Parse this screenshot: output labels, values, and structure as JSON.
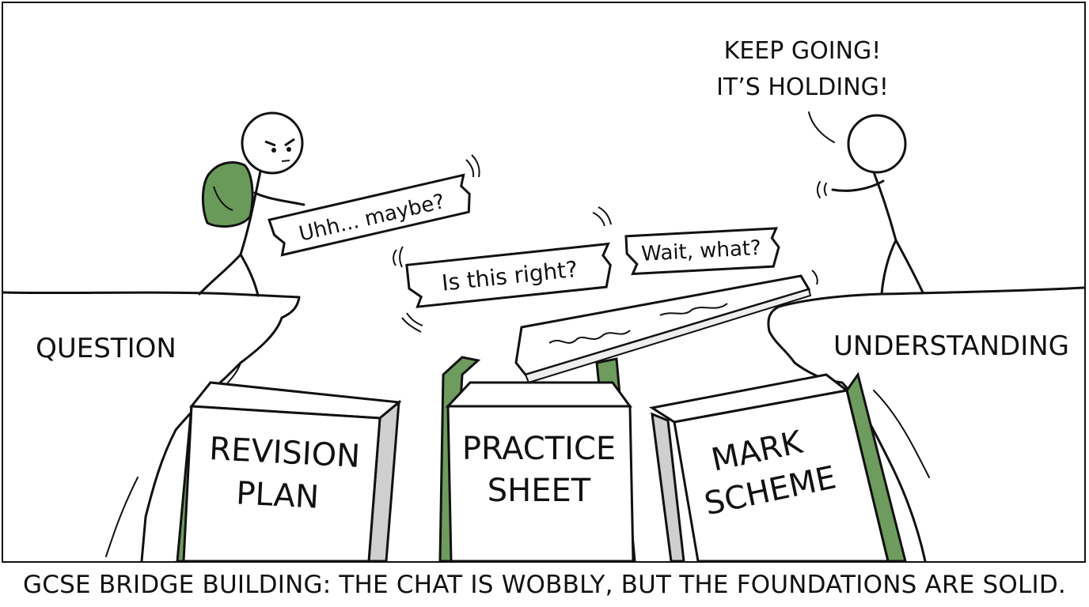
{
  "speech": {
    "line1": "KEEP GOING!",
    "line2": "IT’S HOLDING!"
  },
  "cliffs": {
    "left": "QUESTION",
    "right": "UNDERSTANDING"
  },
  "planks": {
    "uhh": "Uhh... maybe?",
    "right": "Is this right?",
    "wait": "Wait, what?"
  },
  "books": {
    "revision": {
      "line1": "REVISION",
      "line2": "PLAN"
    },
    "practice": {
      "line1": "PRACTICE",
      "line2": "SHEET"
    },
    "mark": {
      "line1": "MARK",
      "line2": "SCHEME"
    }
  },
  "caption": "GCSE BRIDGE BUILDING: THE CHAT IS WOBBLY, BUT THE FOUNDATIONS ARE SOLID.",
  "colors": {
    "ink": "#111111",
    "backpack": "#6a9a5a",
    "book_spine": "#6e9c5e",
    "book_side": "#cfcfcf"
  }
}
